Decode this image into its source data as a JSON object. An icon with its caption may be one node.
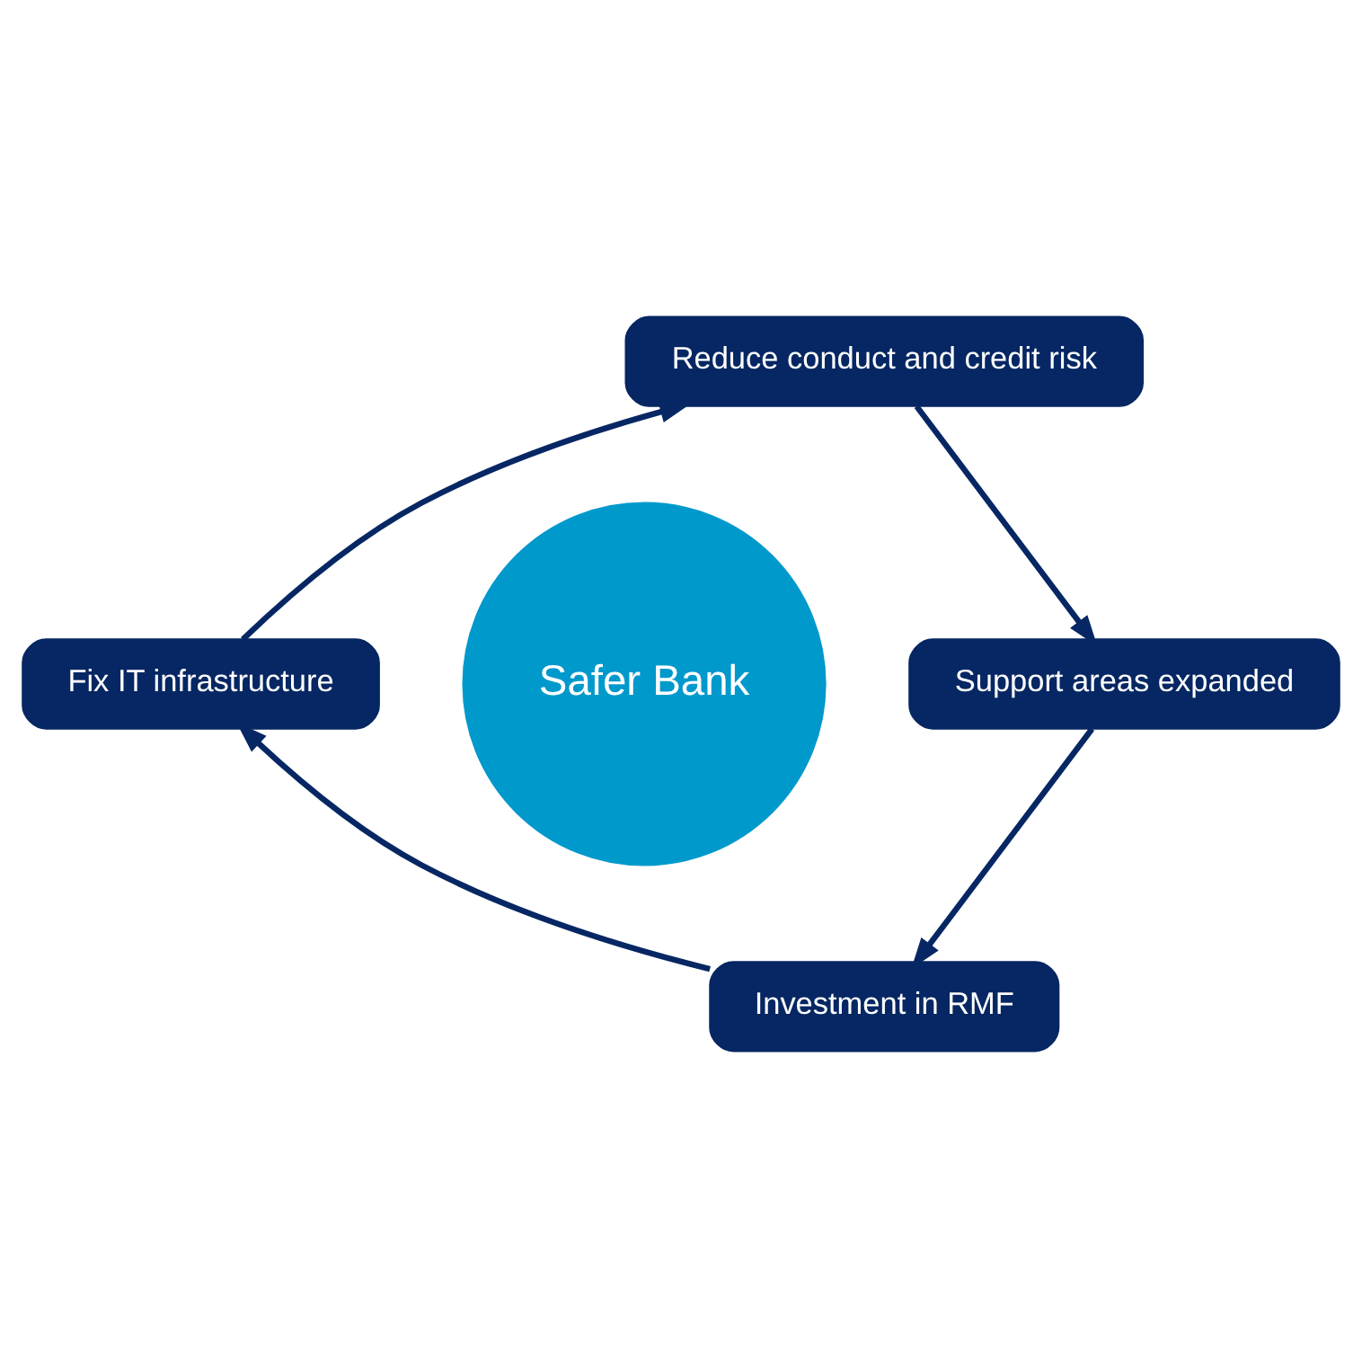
{
  "diagram": {
    "nodes": [
      {
        "text": [
          "Safer Bank"
        ]
      },
      {
        "text": [
          "Reduce conduct and credit risk"
        ]
      },
      {
        "text": [
          "Support areas expanded"
        ]
      },
      {
        "text": [
          "Investment in RMF"
        ]
      },
      {
        "text": [
          "Fix IT infrastructure"
        ]
      }
    ],
    "edges": [
      {
        "from": 1,
        "to": 2,
        "arrow": "to"
      },
      {
        "from": 2,
        "to": 3,
        "arrow": "to"
      },
      {
        "from": 3,
        "to": 4,
        "arrow": "to"
      },
      {
        "from": 4,
        "to": 1,
        "arrow": "to"
      }
    ]
  }
}
